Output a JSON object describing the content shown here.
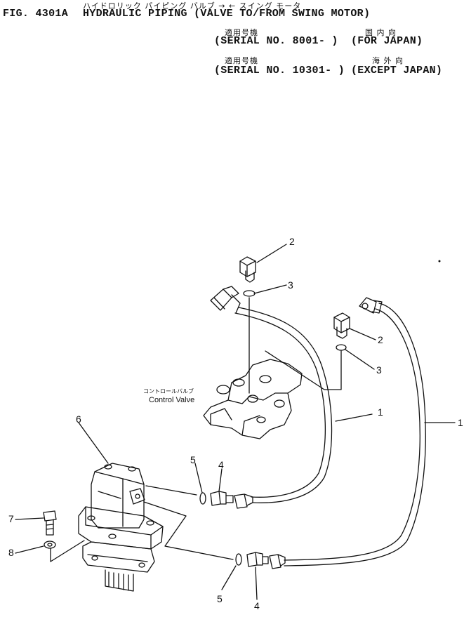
{
  "header": {
    "fig_label": "FIG. 4301A",
    "title": "HYDRAULIC PIPING (VALVE TO/FROM SWING MOTOR)",
    "title_kana": "ハイドロリック パイピング バルブ → ← スイング モータ",
    "applicability_1": {
      "kana_left": "適用号機",
      "kana_right": "国 内 向",
      "serial": "(SERIAL NO. 8001- )",
      "region": "(FOR JAPAN)"
    },
    "applicability_2": {
      "kana_left": "適用号機",
      "kana_right": "海 外 向",
      "serial": "(SERIAL NO. 10301- )",
      "region": "(EXCEPT JAPAN)"
    }
  },
  "diagram": {
    "control_valve_label_kana": "コントロールバルブ",
    "control_valve_label": "Control Valve",
    "callouts": [
      "1",
      "1",
      "2",
      "2",
      "3",
      "3",
      "4",
      "4",
      "5",
      "5",
      "6",
      "7",
      "8"
    ]
  }
}
